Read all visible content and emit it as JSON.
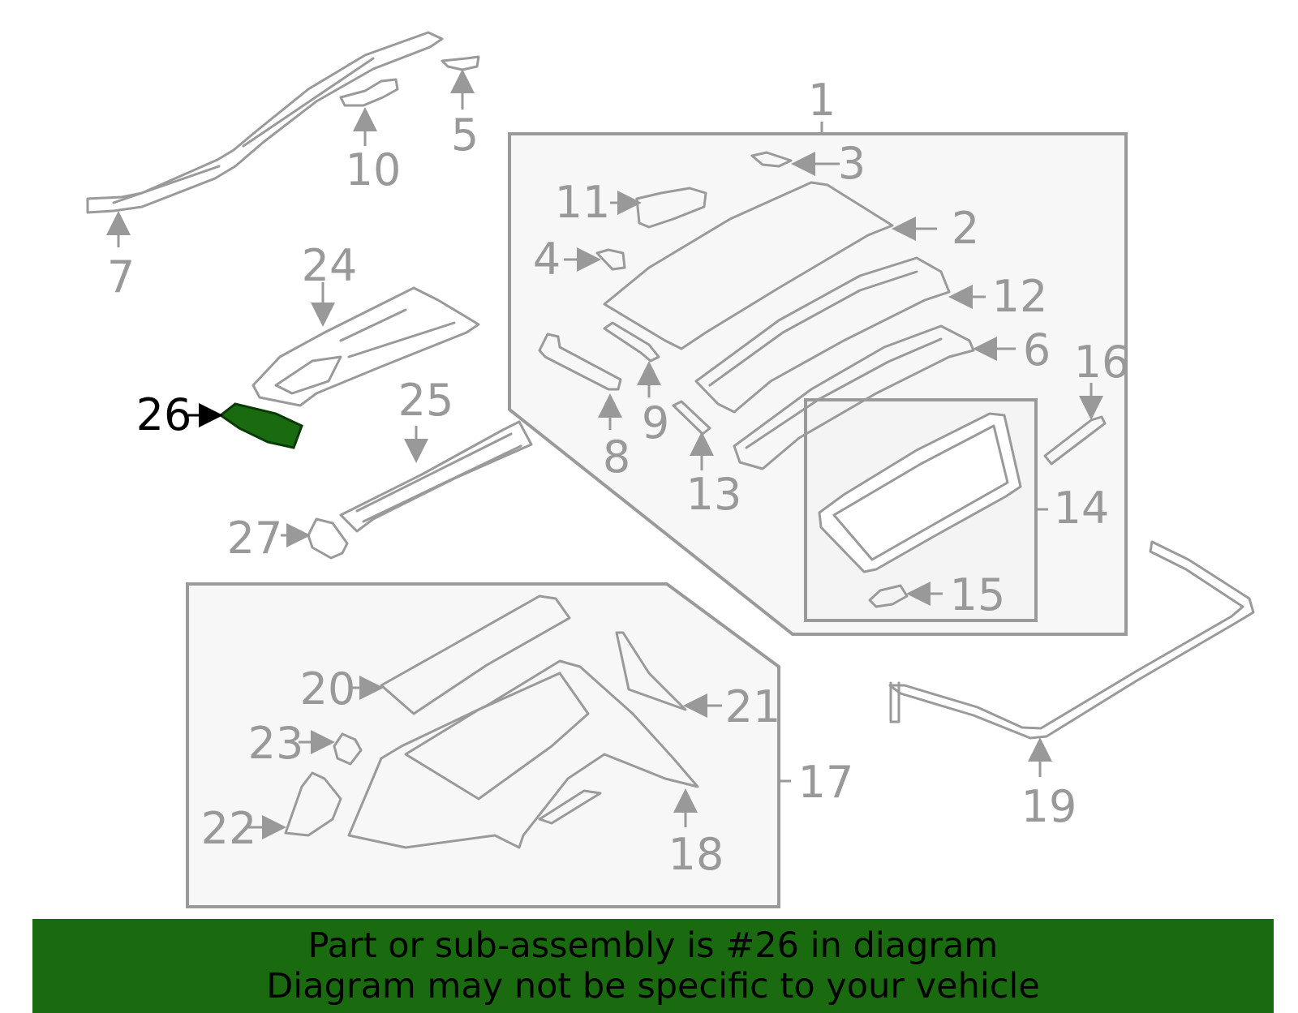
{
  "callouts": [
    "1",
    "2",
    "3",
    "4",
    "5",
    "6",
    "7",
    "8",
    "9",
    "10",
    "11",
    "12",
    "13",
    "14",
    "15",
    "16",
    "17",
    "18",
    "19",
    "20",
    "21",
    "22",
    "23",
    "24",
    "25",
    "26",
    "27"
  ],
  "highlighted_part": "26",
  "colors": {
    "highlight": "#1a6b0f",
    "part_line": "#9a9a9a",
    "box_fill": "#f7f7f7",
    "label": "#999999"
  },
  "banner": {
    "line1": "Part or sub-assembly is #26 in diagram",
    "line2": "Diagram may not be specific to your vehicle"
  }
}
